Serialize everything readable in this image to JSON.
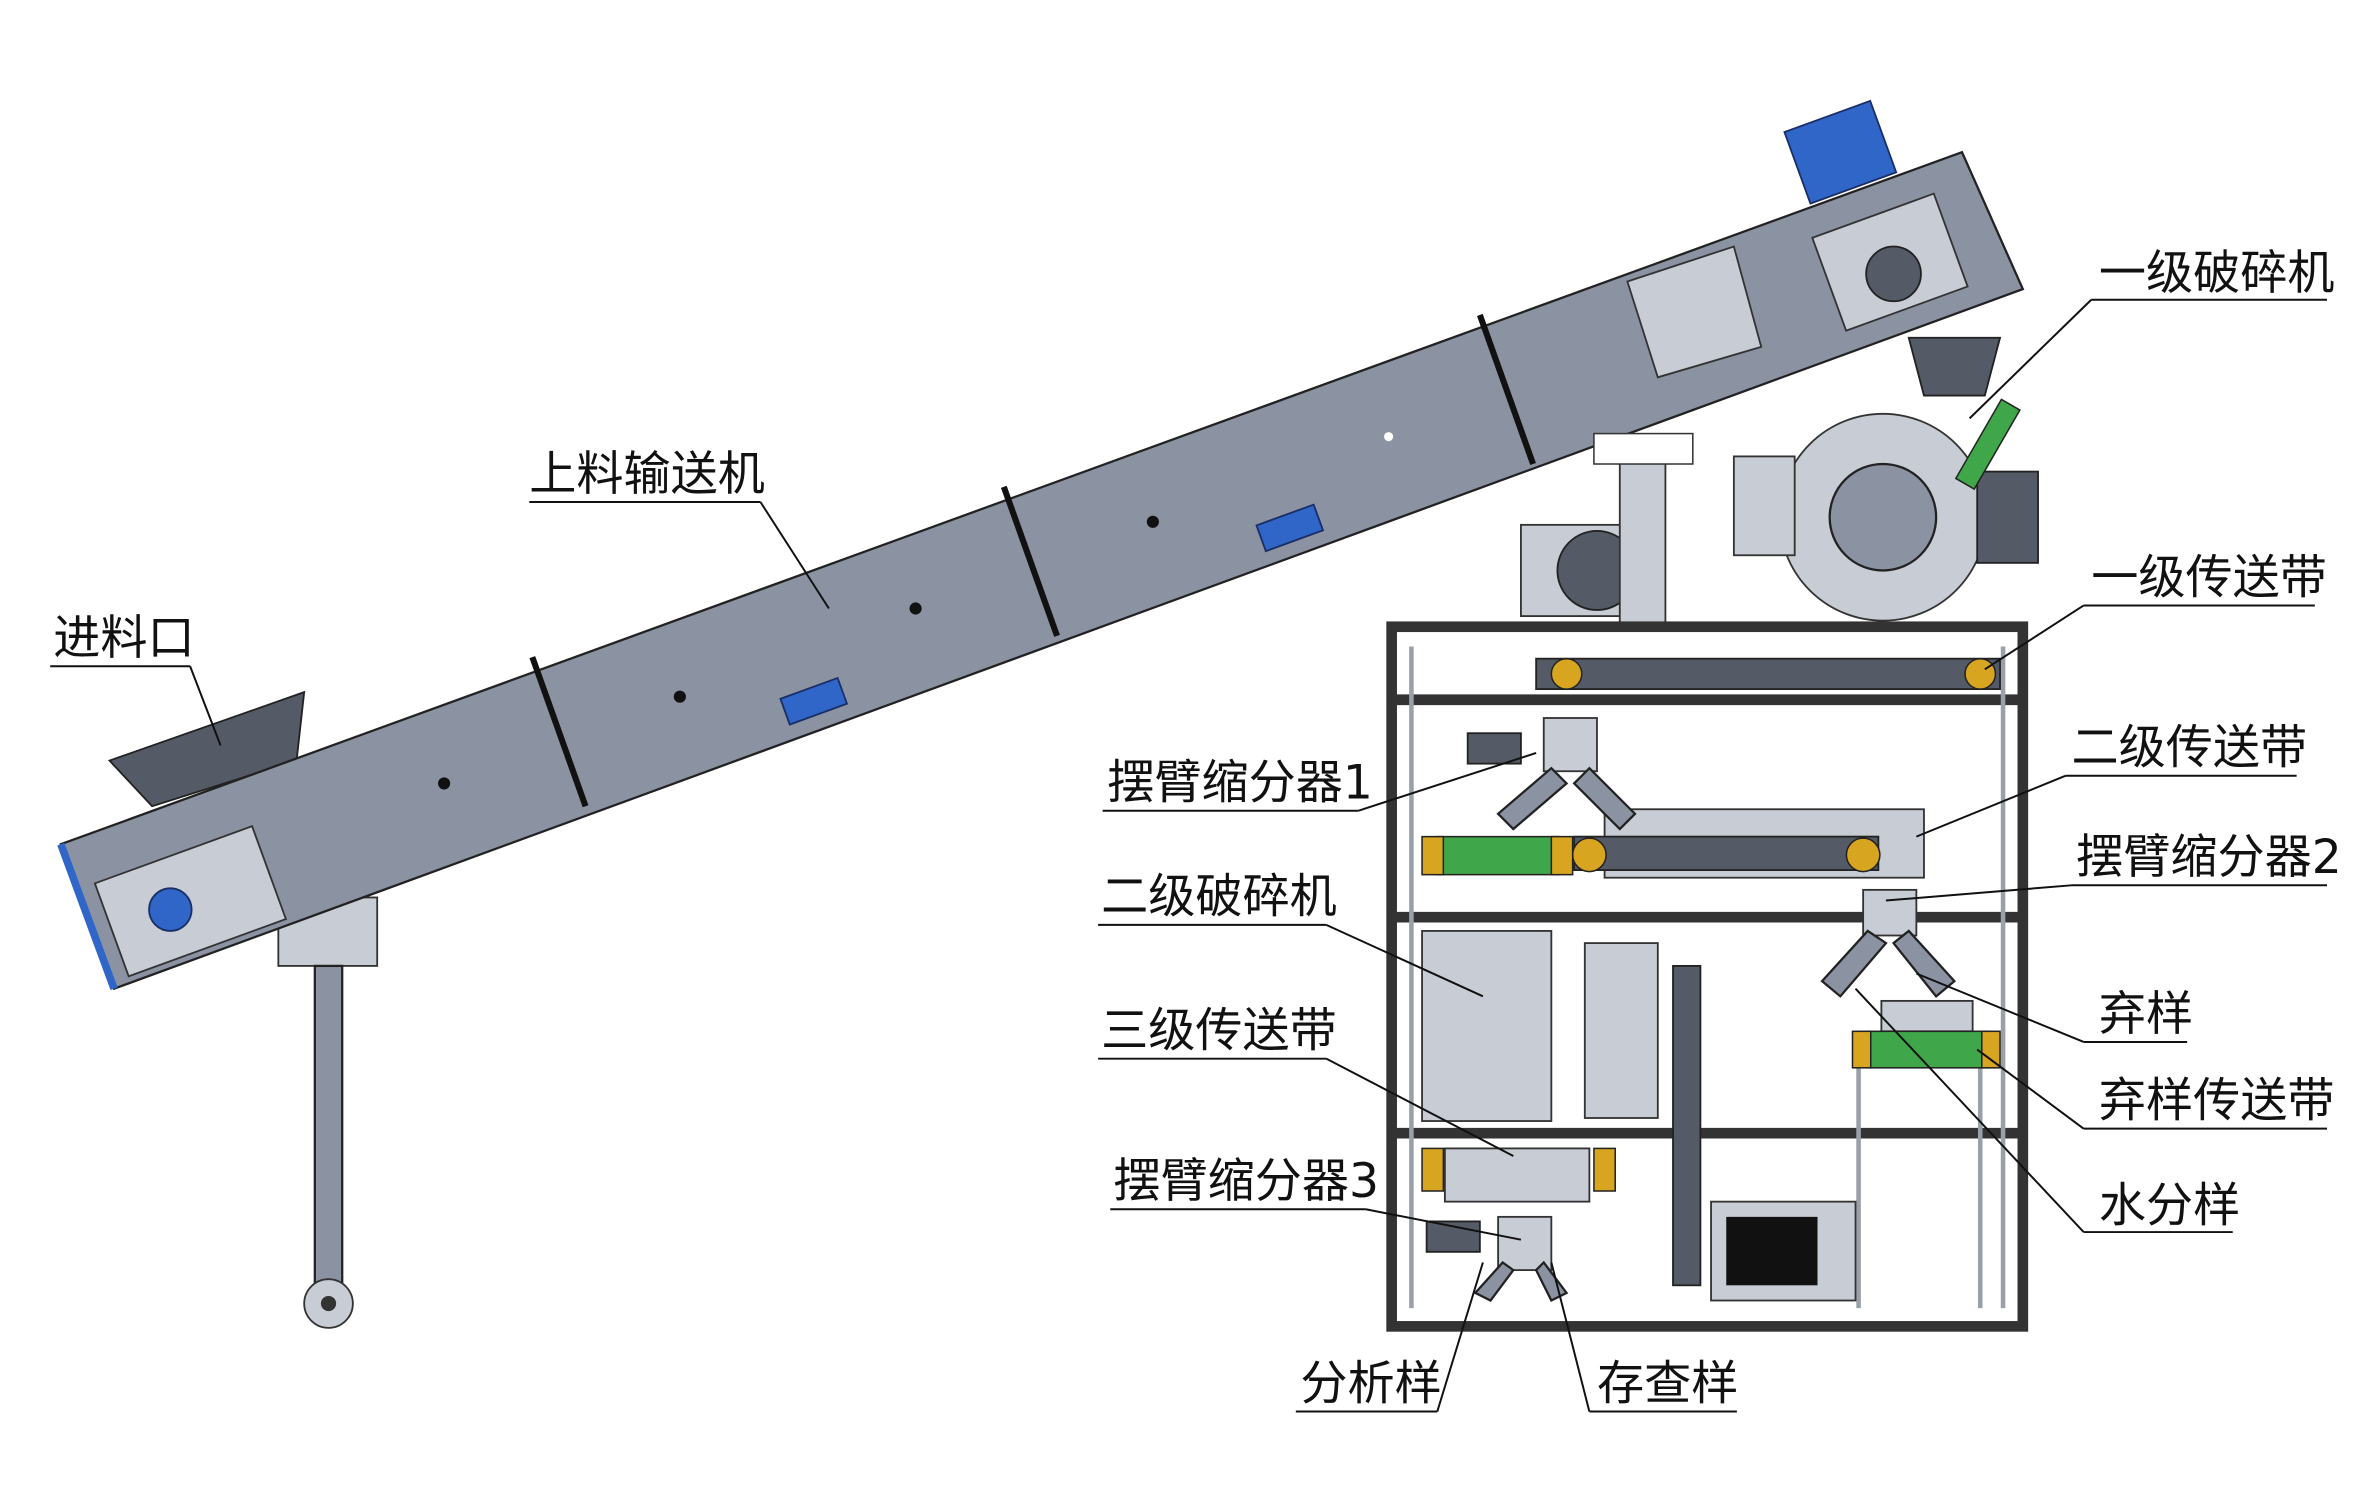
{
  "labels": {
    "primary_crusher": "一级破碎机",
    "feed_conveyor": "上料输送机",
    "feed_inlet": "进料口",
    "primary_belt": "一级传送带",
    "secondary_belt": "二级传送带",
    "divider_1": "摆臂缩分器1",
    "divider_2": "摆臂缩分器2",
    "secondary_crusher": "二级破碎机",
    "tertiary_belt": "三级传送带",
    "reject_sample": "弃样",
    "reject_belt": "弃样传送带",
    "moisture_sample": "水分样",
    "divider_3": "摆臂缩分器3",
    "analysis_sample": "分析样",
    "archive_sample": "存查样"
  },
  "colors": {
    "steel": "#8b93a3",
    "motor_blue": "#2f66c8",
    "belt_green": "#3fa64a",
    "roller_yellow": "#d8a520"
  }
}
